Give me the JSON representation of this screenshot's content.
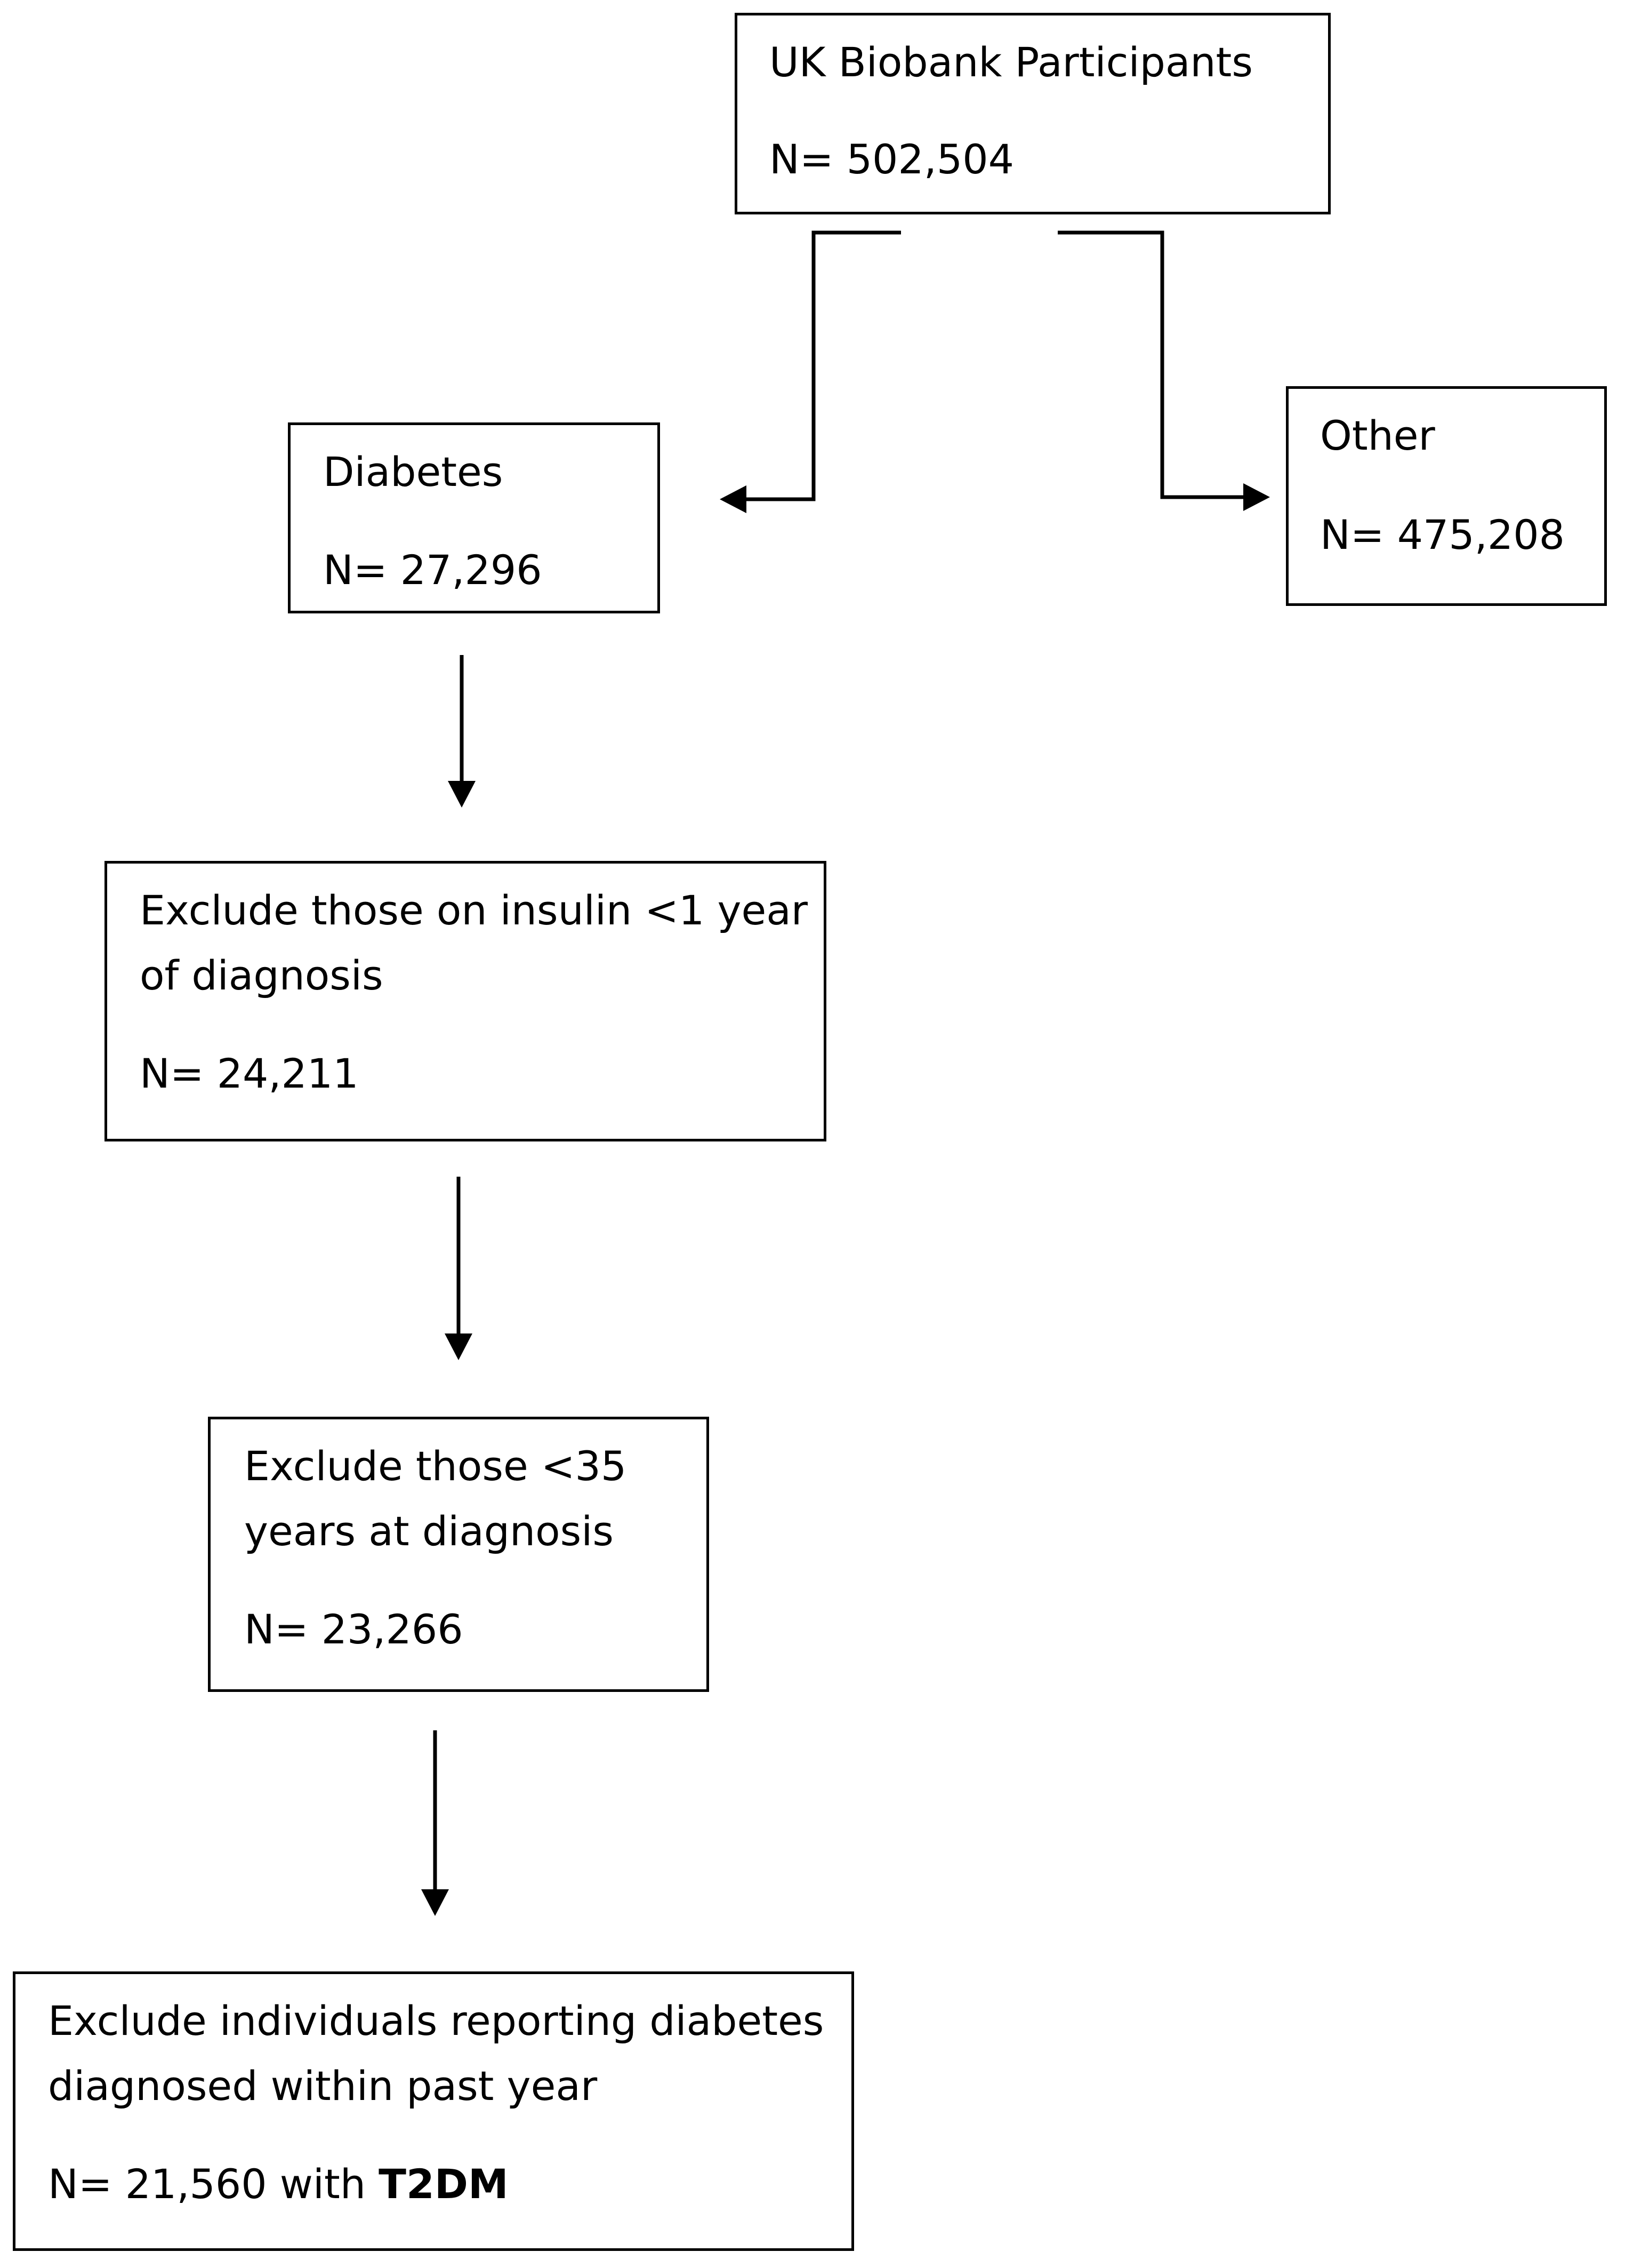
{
  "nodes": {
    "participants": {
      "label": "UK Biobank Participants",
      "count": "N= 502,504"
    },
    "diabetes": {
      "label": "Diabetes",
      "count": "N= 27,296"
    },
    "other": {
      "label": "Other",
      "count": "N= 475,208"
    },
    "insulin": {
      "label_line1": "Exclude those on insulin <1 year",
      "label_line2": "of diagnosis",
      "count": "N= 24,211"
    },
    "age": {
      "label_line1": "Exclude those <35",
      "label_line2": "years at diagnosis",
      "count": "N= 23,266"
    },
    "final": {
      "label_line1": "Exclude individuals reporting diabetes",
      "label_line2": "diagnosed within past year",
      "count_prefix": "N= 21,560 with ",
      "count_bold": "T2DM"
    }
  },
  "edges": [
    {
      "from": "participants",
      "to": "diabetes"
    },
    {
      "from": "participants",
      "to": "other"
    },
    {
      "from": "diabetes",
      "to": "insulin"
    },
    {
      "from": "insulin",
      "to": "age"
    },
    {
      "from": "age",
      "to": "final"
    }
  ]
}
